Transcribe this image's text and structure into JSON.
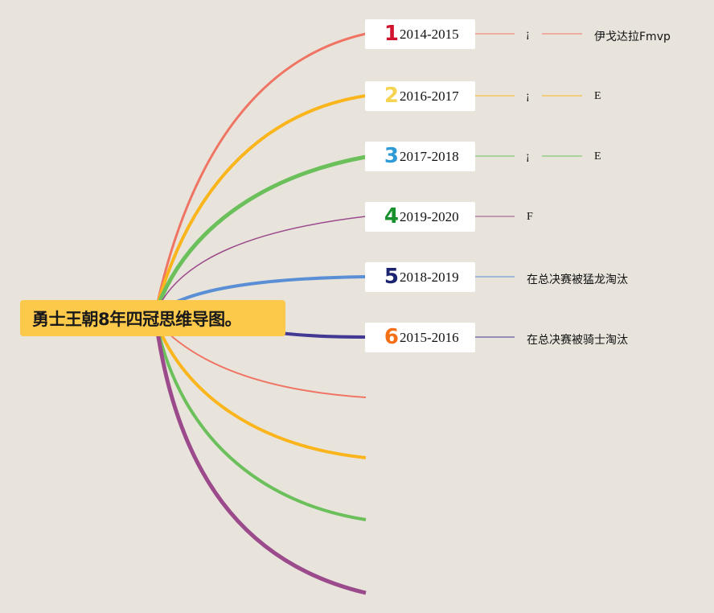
{
  "root": {
    "title": "勇士王朝8年四冠思维导图。"
  },
  "colors": {
    "background": "#e8e4dc",
    "root_fill": "#fcc94b",
    "box_fill": "#ffffff"
  },
  "branches": [
    {
      "number": "1",
      "year": "2014-2015",
      "color": "#d0132e",
      "line": "#f07463",
      "sub1": "¡",
      "sub2": "伊戈达拉Fmvp"
    },
    {
      "number": "2",
      "year": "2016-2017",
      "color": "#f6d350",
      "line": "#fab51d",
      "sub1": "¡",
      "sub2": "E"
    },
    {
      "number": "3",
      "year": "2017-2018",
      "color": "#2e9ad6",
      "line": "#6cc05b",
      "sub1": "¡",
      "sub2": "E"
    },
    {
      "number": "4",
      "year": "2019-2020",
      "color": "#17902d",
      "line": "#9b4a8c",
      "sub1": "F",
      "sub2": ""
    },
    {
      "number": "5",
      "year": "2018-2019",
      "color": "#1b2470",
      "line": "#5a8fd6",
      "sub1": "在总决赛被猛龙淘汰",
      "sub2": ""
    },
    {
      "number": "6",
      "year": "2015-2016",
      "color": "#f46f16",
      "line": "#433893",
      "sub1": "在总决赛被骑士淘汰",
      "sub2": ""
    }
  ]
}
